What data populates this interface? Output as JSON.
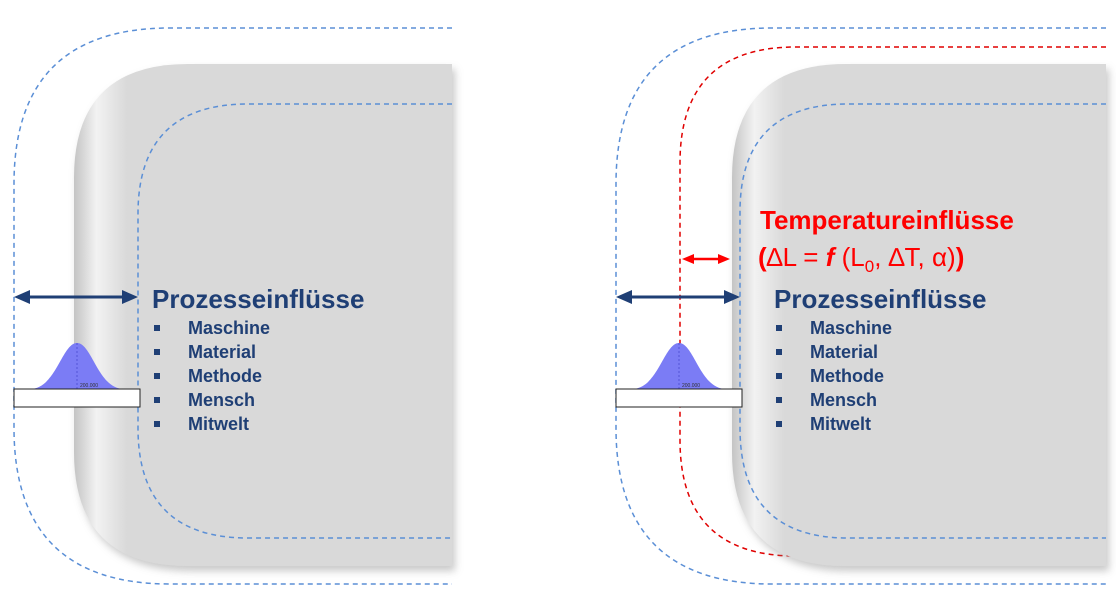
{
  "left_panel": {
    "title": "Prozesseinflüsse",
    "items": [
      "Maschine",
      "Material",
      "Methode",
      "Mensch",
      "Mitwelt"
    ],
    "distribution_label": "200.000"
  },
  "right_panel": {
    "title": "Prozesseinflüsse",
    "items": [
      "Maschine",
      "Material",
      "Methode",
      "Mensch",
      "Mitwelt"
    ],
    "distribution_label": "200.000",
    "temperature_title": "Temperatureinflüsse",
    "formula": {
      "open": "(",
      "delta_l": "∆L = ",
      "f": "f",
      "args_open": " (L",
      "sub": "0",
      "args_rest": ", ∆T, α)",
      "close": ")"
    }
  },
  "colors": {
    "process_text": "#1f3f75",
    "temperature_text": "#ff0000",
    "dashed_blue": "#5b8fd6",
    "dashed_red": "#e00000",
    "part_fill": "#d9d9d9",
    "distribution_fill": "#7b7cf5",
    "arrow_blue": "#1f3f75",
    "arrow_red": "#ff0000"
  }
}
